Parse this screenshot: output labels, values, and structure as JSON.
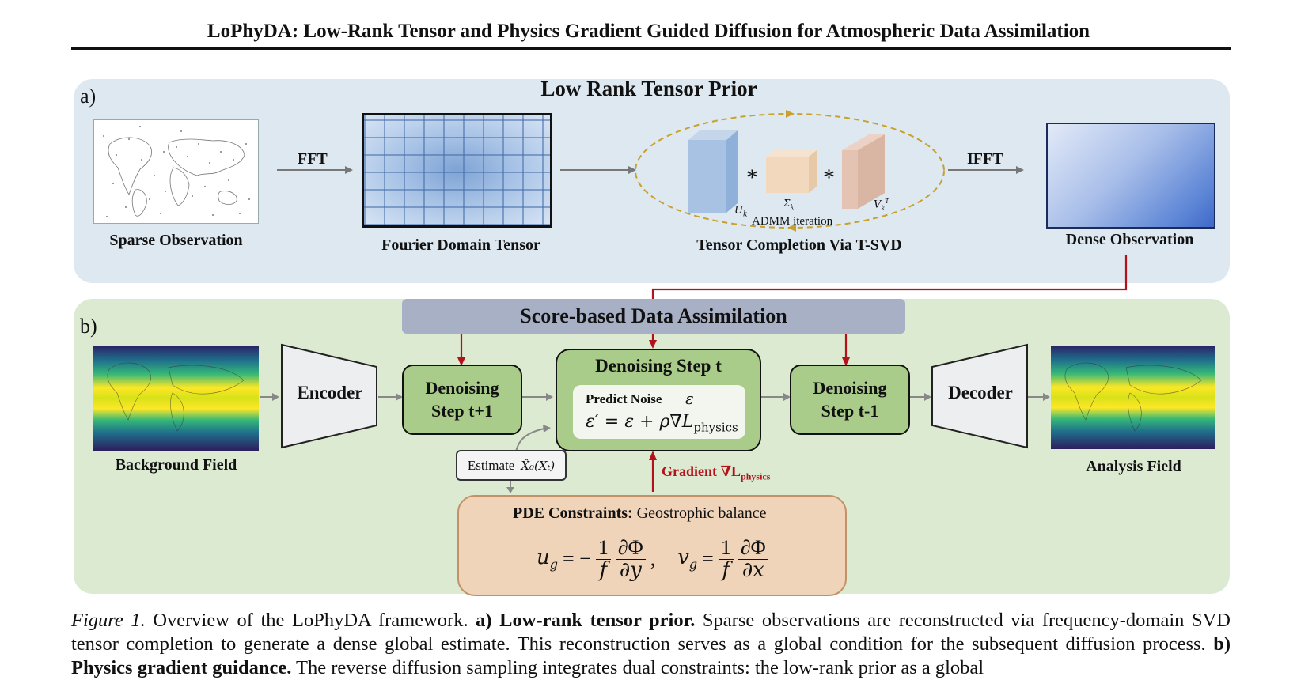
{
  "header": {
    "title": "LoPhyDA: Low-Rank Tensor and Physics Gradient Guided Diffusion for Atmospheric Data Assimilation"
  },
  "panel_a": {
    "letter": "a)",
    "heading": "Low Rank Tensor Prior",
    "sparse_label": "Sparse Observation",
    "fourier_label": "Fourier Domain Tensor",
    "tsvd_label": "Tensor Completion Via T-SVD",
    "dense_label": "Dense Observation",
    "fft_label": "FFT",
    "ifft_label": "IFFT",
    "admm_label": "ADMM iteration",
    "star_1": "*",
    "star_2": "*",
    "uk_label": "U",
    "uk_sub": "k",
    "sigma_label": "Σ",
    "sigma_sub": "k",
    "vk_label": "V",
    "vk_sub": "k",
    "vk_sup": "T"
  },
  "panel_b": {
    "letter": "b)",
    "banner": "Score-based Data Assimilation",
    "background_label": "Background Field",
    "analysis_label": "Analysis Field",
    "encoder_label": "Encoder",
    "decoder_label": "Decoder",
    "step_plus_line1": "Denoising",
    "step_plus_line2": "Step t+1",
    "step_minus_line1": "Denoising",
    "step_minus_line2": "Step t-1",
    "step_t_title": "Denoising Step t",
    "predict_noise": "Predict Noise",
    "epsilon": "ε",
    "noise_formula_lhs": "ε′ = ε + ρ∇L",
    "noise_formula_sub": "physics",
    "estimate_label": "Estimate",
    "estimate_math": "X̂₀(Xₜ)",
    "gradient_label": "Gradient ∇L",
    "gradient_sub": "physics",
    "pde_title": "PDE Constraints:",
    "pde_subtitle": "Geostrophic balance",
    "ug_lhs": "u",
    "ug_sub": "g",
    "vg_lhs": "v",
    "vg_sub": "g",
    "eq_sign_1": "= −",
    "eq_sign_2": "=",
    "frac_num_1": "1",
    "frac_den_1": "f",
    "frac_num_2": "∂Φ",
    "frac_den_2": "∂y",
    "frac_num_3": "1",
    "frac_den_3": "f",
    "frac_num_4": "∂Φ",
    "frac_den_4": "∂x",
    "comma": ","
  },
  "figure_caption": {
    "prefix": "Figure 1.",
    "intro": " Overview of the LoPhyDA framework. ",
    "part_a_bold": "a) Low-rank tensor prior.",
    "part_a_text": " Sparse observations are reconstructed via frequency-domain SVD tensor completion to generate a dense global estimate. This reconstruction serves as a global condition for the subsequent diffusion process. ",
    "part_b_bold": "b) Physics gradient guidance.",
    "part_b_text": " The reverse diffusion sampling integrates dual constraints: the low-rank prior as a global"
  },
  "colors": {
    "panel_a_bg": "#dde8f1",
    "panel_b_bg": "#dcead2",
    "green_box": "#a9cc8a",
    "banner": "#a7b0c4",
    "pde_box": "#efd4b9",
    "red_arrow": "#b3121b",
    "gold_dashed": "#c9a12a"
  }
}
